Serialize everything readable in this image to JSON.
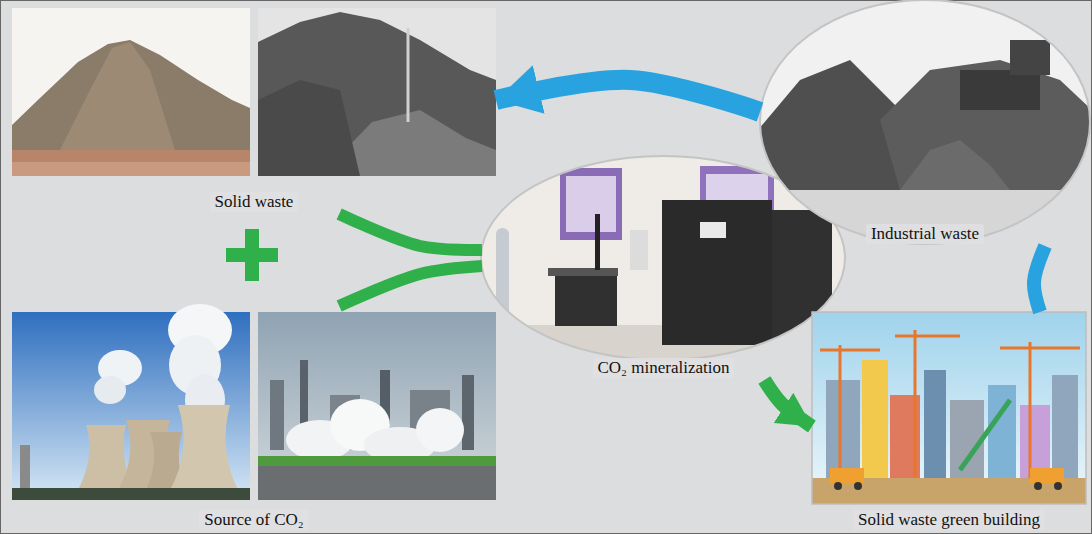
{
  "diagram": {
    "nodes": [
      {
        "text": [
          "Solid waste"
        ]
      },
      {
        "text": [
          "Source of CO₂"
        ]
      },
      {
        "text": [
          "CO₂ mineralization"
        ]
      },
      {
        "text": [
          "Industrial waste"
        ]
      },
      {
        "text": [
          "Solid waste green building"
        ]
      }
    ],
    "edges": [
      {
        "from": 0,
        "to": 2,
        "arrow": "none"
      },
      {
        "from": 1,
        "to": 2,
        "arrow": "none"
      },
      {
        "from": 3,
        "to": 0,
        "arrow": "to"
      },
      {
        "from": 4,
        "to": 3,
        "arrow": "none"
      },
      {
        "from": 2,
        "to": 4,
        "arrow": "to"
      }
    ]
  }
}
